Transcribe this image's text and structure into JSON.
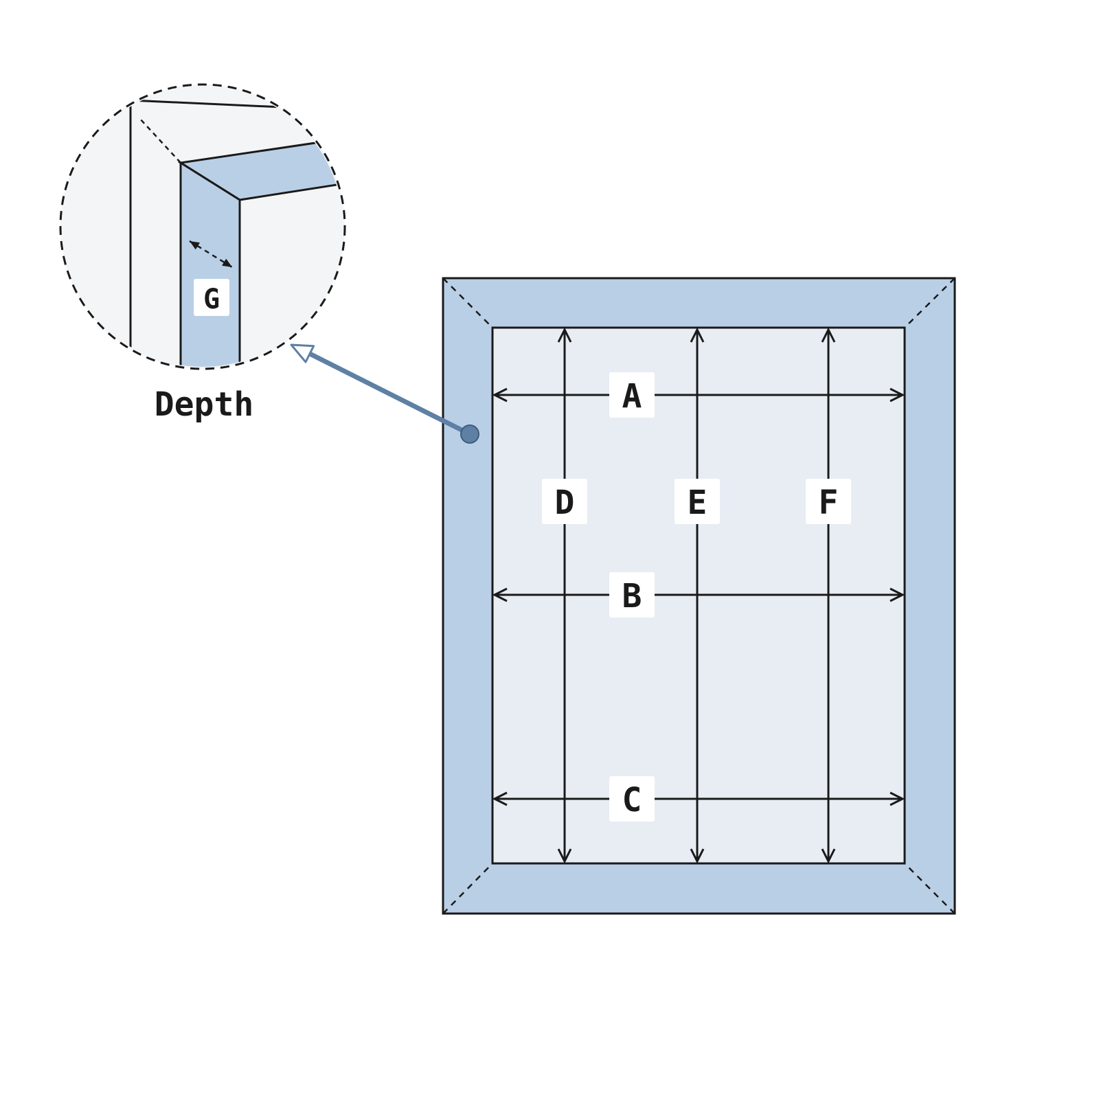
{
  "diagram": {
    "type": "window-frame-measurement",
    "caption": "Depth",
    "width_labels": [
      "A",
      "B",
      "C"
    ],
    "height_labels": [
      "D",
      "E",
      "F"
    ],
    "depth_label": "G"
  },
  "colors": {
    "frame": "#b9cfe6",
    "inner": "#e8edf4",
    "inset_bg": "#f4f5f6",
    "outline": "#1a1a1a",
    "callout": "#5e80a4",
    "label_bg": "#ffffff"
  }
}
